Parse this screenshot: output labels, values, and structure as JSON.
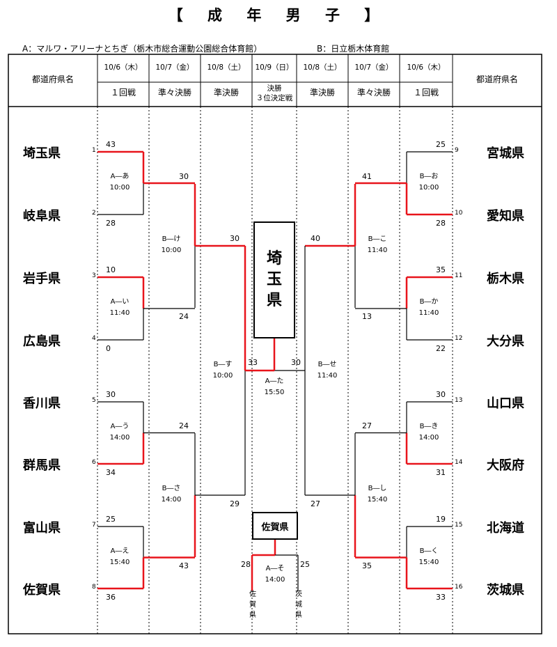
{
  "title": "【 成 年 男 子 】",
  "venues": {
    "a": "A：マルワ・アリーナとちぎ（栃木市総合運動公園総合体育館）",
    "b": "B：日立栃木体育館"
  },
  "header": {
    "pref_label": "都道府県名",
    "columns": [
      {
        "date": "10/6（木）",
        "round": "１回戦"
      },
      {
        "date": "10/7（金）",
        "round": "準々決勝"
      },
      {
        "date": "10/8（土）",
        "round": "準決勝"
      },
      {
        "date": "10/9（日）",
        "round_line1": "決勝",
        "round_line2": "３位決定戦"
      },
      {
        "date": "10/8（土）",
        "round": "準決勝"
      },
      {
        "date": "10/7（金）",
        "round": "準々決勝"
      },
      {
        "date": "10/6（木）",
        "round": "１回戦"
      }
    ]
  },
  "left_prefs": [
    "埼玉県",
    "岐阜県",
    "岩手県",
    "広島県",
    "香川県",
    "群馬県",
    "富山県",
    "佐賀県"
  ],
  "right_prefs": [
    "宮城県",
    "愛知県",
    "栃木県",
    "大分県",
    "山口県",
    "大阪府",
    "北海道",
    "茨城県"
  ],
  "left_seeds": [
    "1",
    "2",
    "3",
    "4",
    "5",
    "6",
    "7",
    "8"
  ],
  "right_seeds": [
    "9",
    "10",
    "11",
    "12",
    "13",
    "14",
    "15",
    "16"
  ],
  "r1_scores": {
    "left": [
      "43",
      "28",
      "10",
      "0",
      "30",
      "34",
      "25",
      "36"
    ],
    "right": [
      "25",
      "28",
      "35",
      "22",
      "30",
      "31",
      "19",
      "33"
    ]
  },
  "r1_matches": {
    "left": [
      [
        "A―あ",
        "10:00"
      ],
      [
        "A―い",
        "11:40"
      ],
      [
        "A―う",
        "14:00"
      ],
      [
        "A―え",
        "15:40"
      ]
    ],
    "right": [
      [
        "B―お",
        "10:00"
      ],
      [
        "B―か",
        "11:40"
      ],
      [
        "B―き",
        "14:00"
      ],
      [
        "B―く",
        "15:40"
      ]
    ]
  },
  "qf_scores": {
    "left": [
      "30",
      "24",
      "24",
      "43"
    ],
    "right": [
      "41",
      "13",
      "27",
      "35"
    ]
  },
  "qf_matches": {
    "left": [
      [
        "B―け",
        "10:00"
      ],
      [
        "B―さ",
        "14:00"
      ]
    ],
    "right": [
      [
        "B―こ",
        "11:40"
      ],
      [
        "B―し",
        "15:40"
      ]
    ]
  },
  "sf_scores": {
    "left": [
      "30",
      "29"
    ],
    "right": [
      "40",
      "27"
    ]
  },
  "sf_matches": {
    "left": [
      "B―す",
      "10:00"
    ],
    "right": [
      "B―せ",
      "11:40"
    ]
  },
  "final": {
    "champion": [
      "埼",
      "玉",
      "県"
    ],
    "score_left": "33",
    "score_right": "30",
    "match": [
      "A―た",
      "15:50"
    ]
  },
  "third_place": {
    "winner": "佐賀県",
    "score_left": "28",
    "score_right": "25",
    "match": [
      "A―そ",
      "14:00"
    ],
    "left_name": [
      "佐",
      "賀",
      "県"
    ],
    "right_name": [
      "茨",
      "城",
      "県"
    ]
  },
  "colors": {
    "winner_line": "#e8141b",
    "line": "#000000"
  }
}
